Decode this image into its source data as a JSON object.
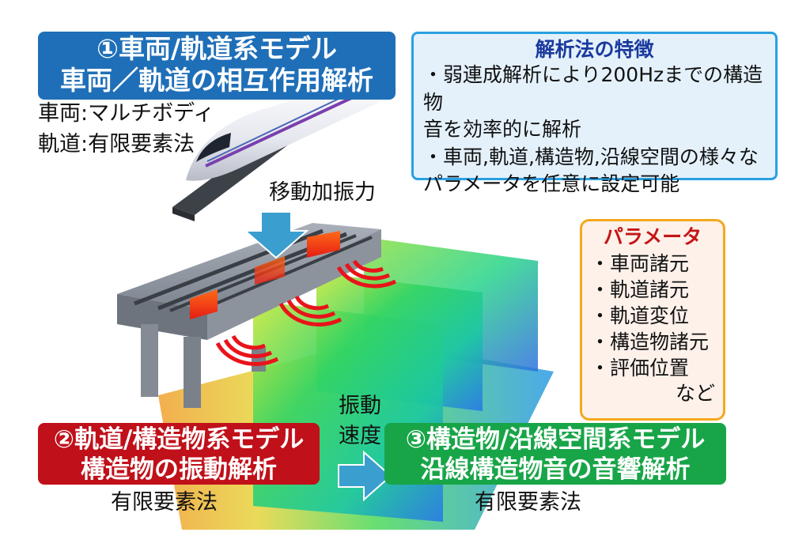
{
  "model1": {
    "line1": "①車両/軌道系モデル",
    "line2": "車両／軌道の相互作用解析"
  },
  "vehicle_method": "車両:マルチボディ",
  "track_method": "軌道:有限要素法",
  "moving_force_label": "移動加振力",
  "features": {
    "title": "解析法の特徴",
    "lines": [
      "・弱連成解析により200Hzまでの構造物",
      "音を効率的に解析",
      "・車両,軌道,構造物,沿線空間の様々な",
      "パラメータを任意に設定可能"
    ]
  },
  "parameters": {
    "title": "パラメータ",
    "items": [
      "・車両諸元",
      "・軌道諸元",
      "・軌道変位",
      "・構造物諸元",
      "・評価位置"
    ],
    "etc": "など"
  },
  "vibration_velocity": {
    "line1": "振動",
    "line2": "速度"
  },
  "model2": {
    "line1": "②軌道/構造物系モデル",
    "line2": "構造物の振動解析",
    "method": "有限要素法"
  },
  "model3": {
    "line1": "③構造物/沿線空間系モデル",
    "line2": "沿線構造物音の音響解析",
    "method": "有限要素法"
  },
  "colors": {
    "blue_box": "#1f6fb8",
    "red_box": "#c0101a",
    "green_box": "#18a548",
    "arrow": "#3a9fcf",
    "feature_border": "#2aa0e2",
    "param_border": "#f4a81d"
  }
}
